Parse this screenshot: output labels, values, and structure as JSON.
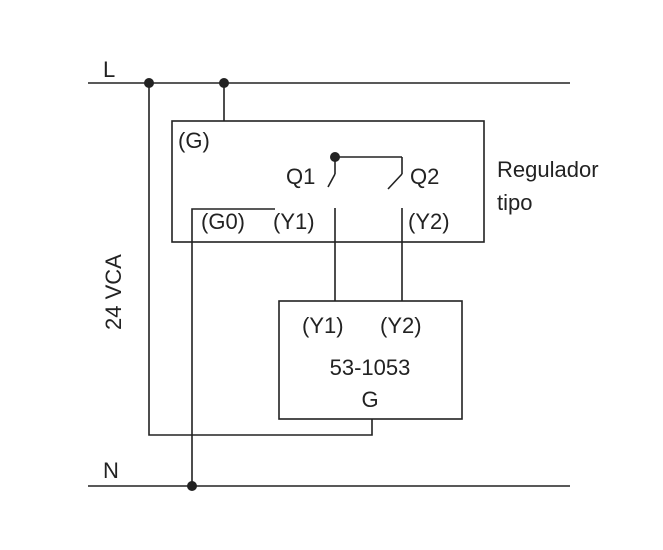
{
  "lines": {
    "phase_label": "L",
    "neutral_label": "N",
    "supply_label": "24 VCA"
  },
  "regulator": {
    "label_line1": "Regulador",
    "label_line2": "tipo",
    "terminal_g": "(G)",
    "terminal_g0": "(G0)",
    "terminal_y1": "(Y1)",
    "terminal_y2": "(Y2)",
    "relay_q1": "Q1",
    "relay_q2": "Q2"
  },
  "actuator": {
    "terminal_y1": "(Y1)",
    "terminal_y2": "(Y2)",
    "model": "53-1053",
    "terminal_g": "G"
  }
}
